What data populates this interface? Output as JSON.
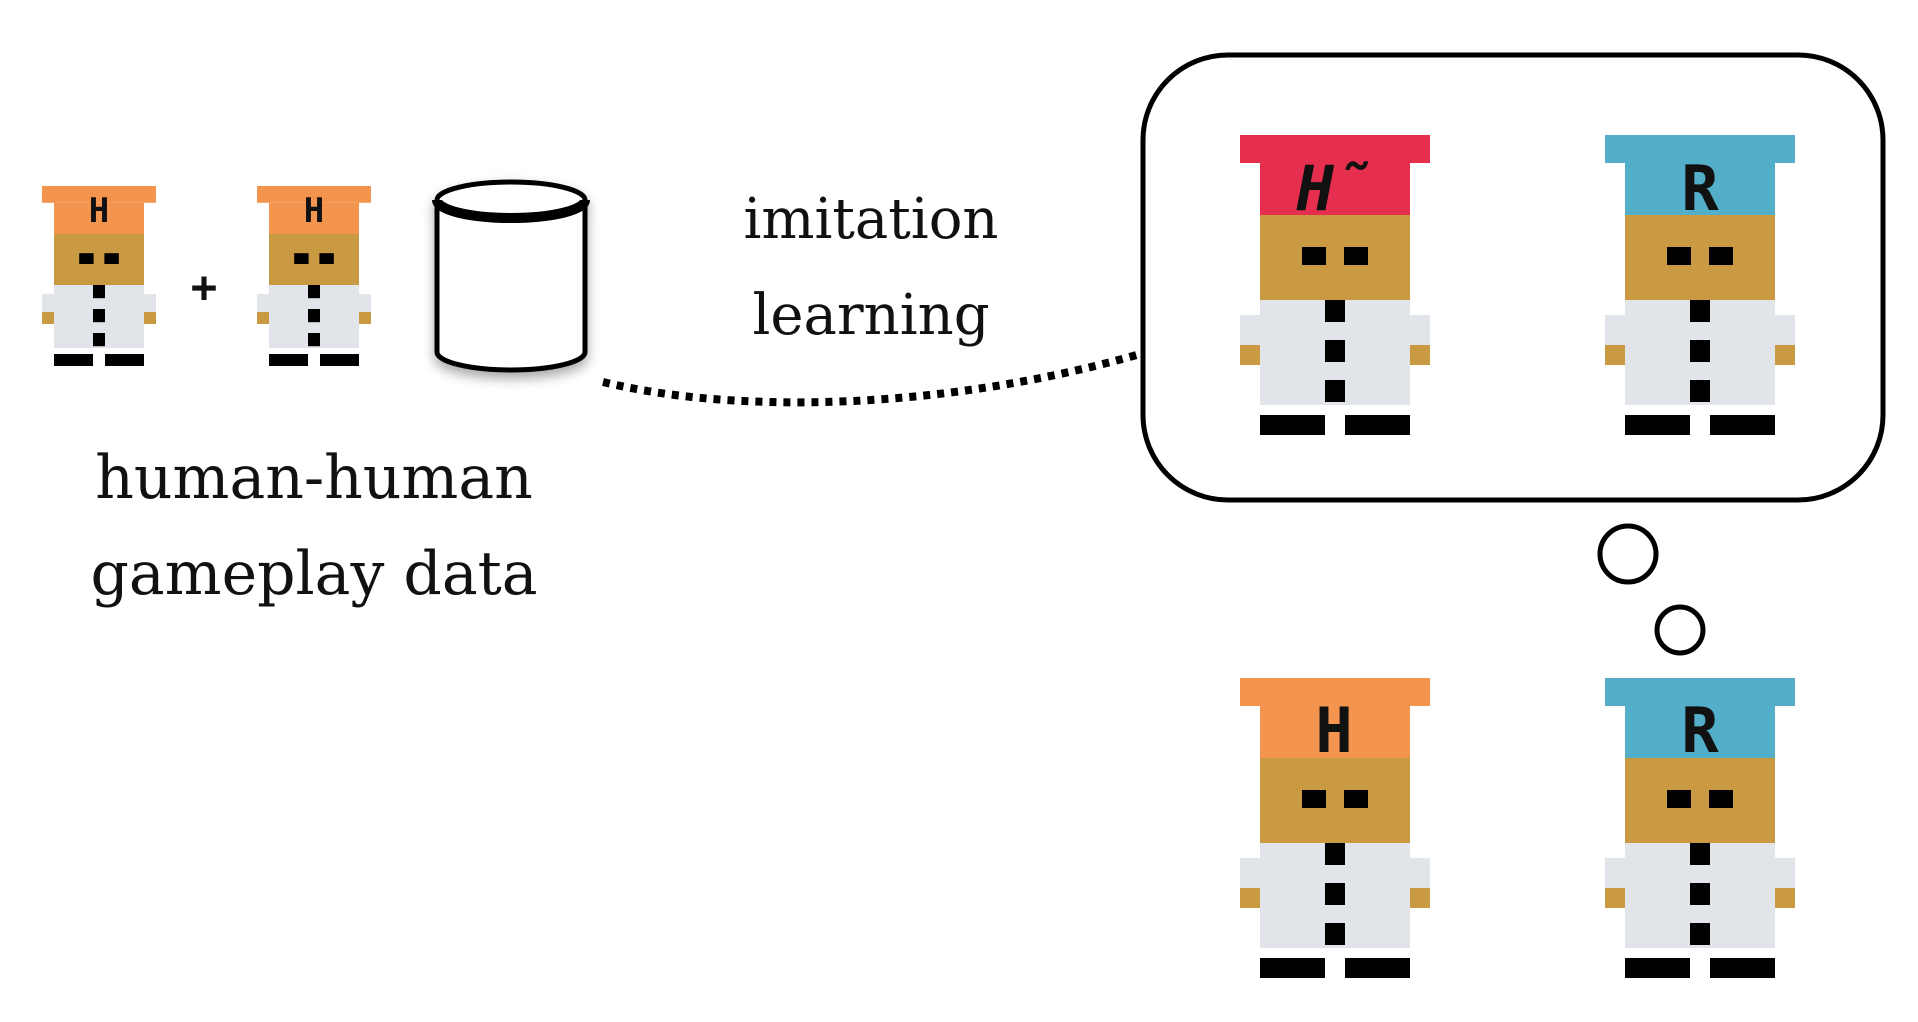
{
  "colors": {
    "background": "#ffffff",
    "human_hat": "#F4954F",
    "robot_hat": "#53AEC9",
    "model_hat": "#E62E4F",
    "skin": "#C99A42",
    "coat": "#E1E5EA",
    "ink": "#000000"
  },
  "source": {
    "chef_a_letter": "H",
    "plus": "+",
    "chef_b_letter": "H",
    "database_icon": "database-icon",
    "caption_line1": "human-human",
    "caption_line2": "gameplay data"
  },
  "arrow": {
    "label_line1": "imitation",
    "label_line2": "learning"
  },
  "thought": {
    "model_chef_letter": "H̃",
    "robot_chef_letter": "R"
  },
  "team": {
    "human_chef_letter": "H",
    "robot_chef_letter": "R"
  }
}
